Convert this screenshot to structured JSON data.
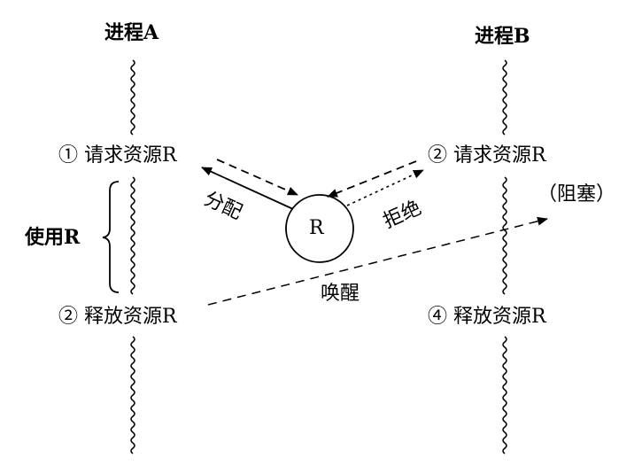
{
  "process_a": {
    "title": "进程A",
    "request": "① 请求资源R",
    "release": "② 释放资源R",
    "use": "使用R"
  },
  "process_b": {
    "title": "进程B",
    "request": "② 请求资源R",
    "release": "④ 释放资源R",
    "blocked": "（阻塞）"
  },
  "resource": {
    "label": "R"
  },
  "edges": {
    "allocate": "分配",
    "reject": "拒绝",
    "wake": "唤醒"
  },
  "colors": {
    "ink": "#000000",
    "background": "#ffffff"
  }
}
